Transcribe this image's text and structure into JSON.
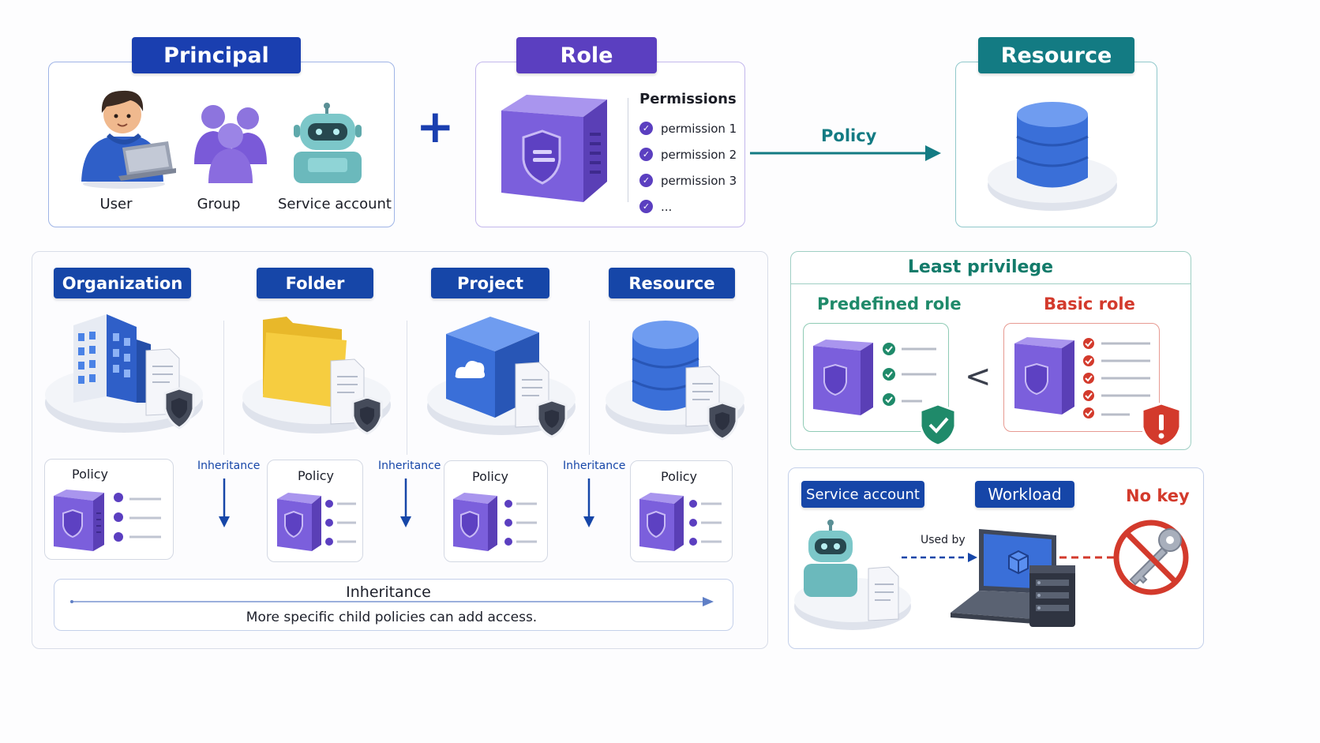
{
  "top": {
    "principal": {
      "title": "Principal",
      "user": "User",
      "group": "Group",
      "service_account": "Service account"
    },
    "plus": "+",
    "role": {
      "title": "Role",
      "permissions_heading": "Permissions",
      "permissions": [
        "permission 1",
        "permission 2",
        "permission 3",
        "..."
      ]
    },
    "policy_arrow": "Policy",
    "resource": {
      "title": "Resource"
    }
  },
  "hierarchy": {
    "levels": [
      {
        "title": "Organization",
        "policy": "Policy"
      },
      {
        "title": "Folder",
        "policy": "Policy"
      },
      {
        "title": "Project",
        "policy": "Policy"
      },
      {
        "title": "Resource",
        "policy": "Policy"
      }
    ],
    "inheritance_label": "Inheritance",
    "footer_title": "Inheritance",
    "footer_text": "More specific child policies can add access."
  },
  "least_privilege": {
    "title": "Least privilege",
    "predefined": "Predefined role",
    "basic": "Basic role",
    "compare": "<"
  },
  "workload": {
    "service_account": "Service account",
    "workload": "Workload",
    "no_key": "No key",
    "used_by": "Used by"
  },
  "colors": {
    "principal_blue": "#1a3fb0",
    "role_purple": "#5b3fc0",
    "resource_teal": "#137b83",
    "dark_blue": "#1646a8",
    "green": "#1f8a6a",
    "red": "#d33a2c",
    "purple_icon": "#7a5ad8"
  },
  "icons": [
    "user-icon",
    "group-icon",
    "robot-icon",
    "server-icon",
    "database-icon",
    "building-icon",
    "folder-icon",
    "cloud-icon",
    "shield-icon",
    "check-icon",
    "key-icon",
    "laptop-icon",
    "prohibited-icon"
  ]
}
